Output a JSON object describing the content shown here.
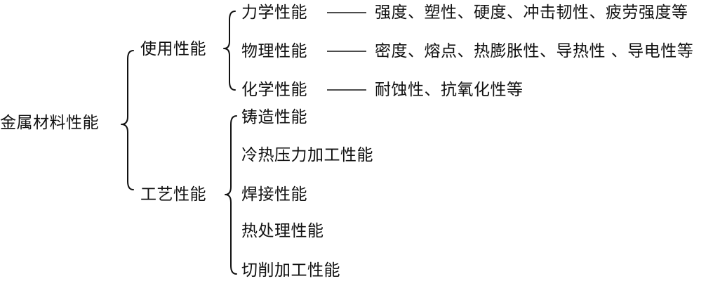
{
  "root": "金属材料性能",
  "use": {
    "label": "使用性能",
    "items": [
      {
        "name": "力学性能",
        "detail": "强度、塑性、硬度、冲击韧性、疲劳强度等"
      },
      {
        "name": "物理性能",
        "detail": "密度、熔点、热膨胀性、导热性 、导电性等"
      },
      {
        "name": "化学性能",
        "detail": "耐蚀性、抗氧化性等"
      }
    ]
  },
  "process": {
    "label": "工艺性能",
    "items": [
      "铸造性能",
      "冷热压力加工性能",
      "焊接性能",
      "热处理性能",
      "切削加工性能"
    ]
  }
}
